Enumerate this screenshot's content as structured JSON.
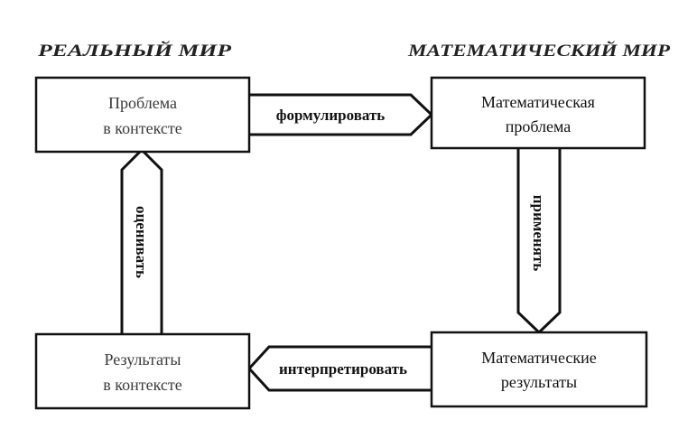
{
  "headings": {
    "real_world": "РЕАЛЬНЫЙ МИР",
    "math_world": "МАТЕМАТИЧЕСКИЙ МИР"
  },
  "boxes": {
    "problem_in_context": [
      "Проблема",
      "в контексте"
    ],
    "math_problem": [
      "Математическая",
      "проблема"
    ],
    "results_in_context": [
      "Результаты",
      "в контексте"
    ],
    "math_results": [
      "Математические",
      "результаты"
    ]
  },
  "arrows": {
    "formulate": "формулировать",
    "apply": "применять",
    "interpret": "интерпретировать",
    "evaluate": "оценивать"
  }
}
